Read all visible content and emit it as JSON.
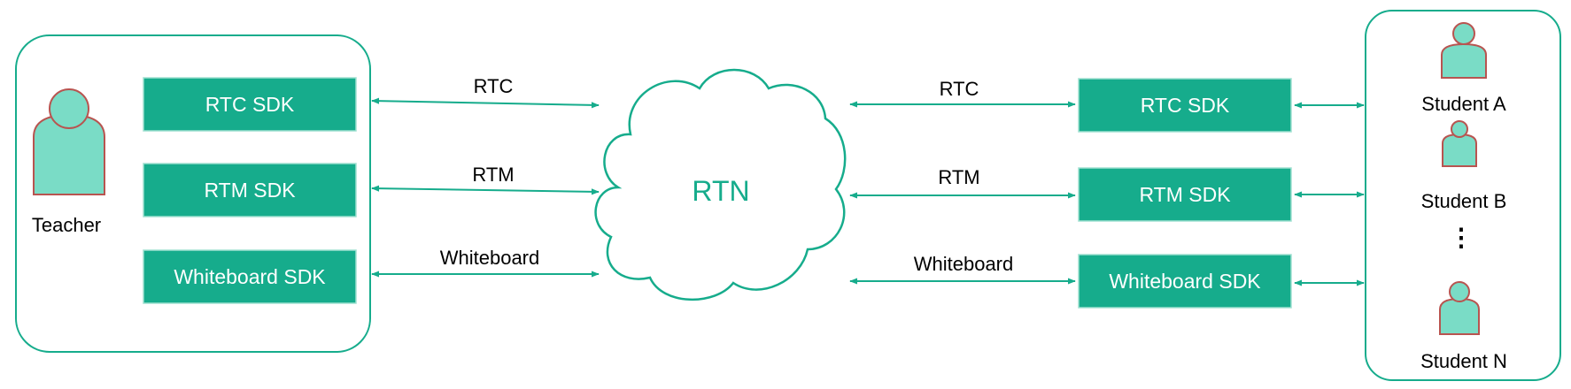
{
  "colors": {
    "accent": "#16ac8c",
    "person_fill": "#7adcc6",
    "person_stroke": "#b85450",
    "text": "#000000"
  },
  "teacher": {
    "label": "Teacher",
    "sdks": [
      "RTC SDK",
      "RTM SDK",
      "Whiteboard SDK"
    ]
  },
  "left_links": [
    "RTC",
    "RTM",
    "Whiteboard"
  ],
  "cloud": {
    "label": "RTN"
  },
  "right_links": [
    "RTC",
    "RTM",
    "Whiteboard"
  ],
  "right_sdks": [
    "RTC SDK",
    "RTM SDK",
    "Whiteboard SDK"
  ],
  "students": {
    "a": "Student A",
    "b": "Student B",
    "ellipsis": "⋮",
    "n": "Student N"
  }
}
